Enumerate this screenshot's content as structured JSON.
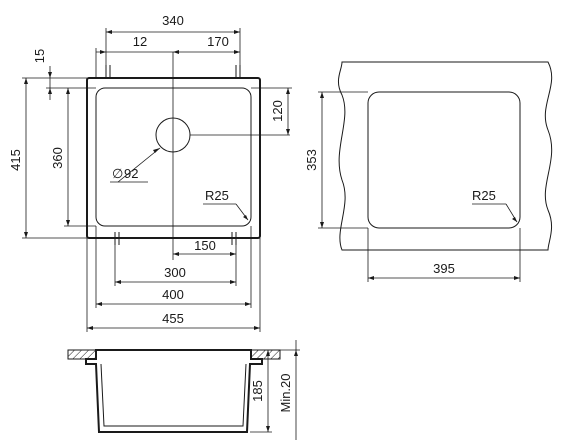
{
  "diagram": {
    "top_view": {
      "dim_overall_inner_width": "340",
      "dim_left_offset": "12",
      "dim_right_offset": "170",
      "dim_top_rim": "15",
      "dim_overall_height": "415",
      "dim_inner_height": "360",
      "dim_drain_from_top": "120",
      "drain_diameter": "92",
      "drain_diameter_symbol": "∅",
      "corner_radius": "R25",
      "dim_drain_from_right": "150",
      "dim_bowl_bottom": "300",
      "dim_bowl_width": "400",
      "dim_overall_width": "455"
    },
    "cutout_view": {
      "dim_height": "353",
      "dim_width": "395",
      "corner_radius": "R25"
    },
    "side_view": {
      "dim_depth": "185",
      "dim_min": "Min.20"
    }
  }
}
